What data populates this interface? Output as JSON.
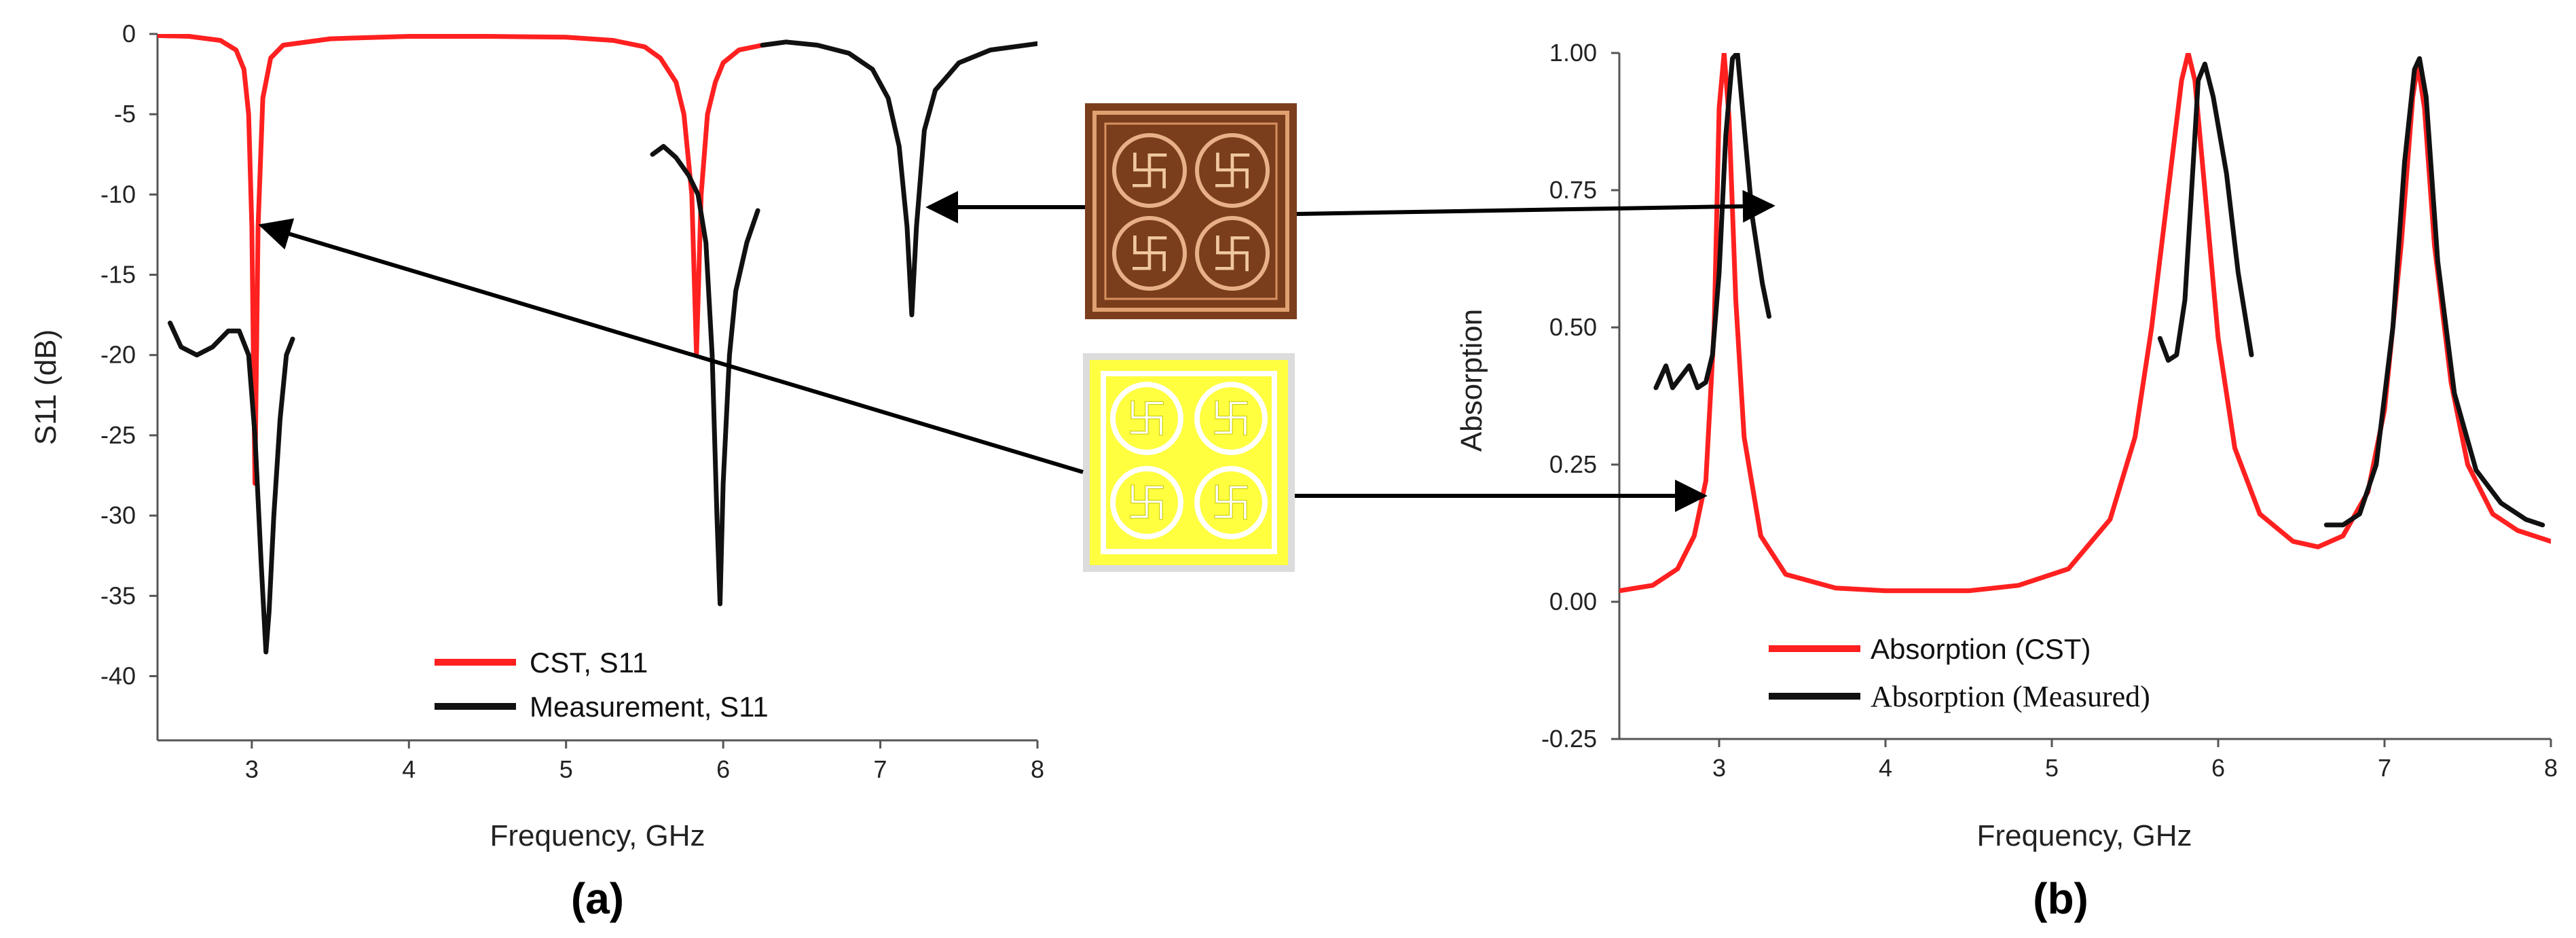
{
  "chart_data": [
    {
      "type": "line",
      "panel_label": "(a)",
      "xlabel": "Frequency, GHz",
      "ylabel": "S11 (dB)",
      "xlim": [
        2.4,
        8
      ],
      "ylim": [
        -44,
        0
      ],
      "xticks": [
        "3",
        "4",
        "5",
        "6",
        "7",
        "8"
      ],
      "yticks": [
        "0",
        "-5",
        "-10",
        "-15",
        "-20",
        "-25",
        "-30",
        "-35",
        "-40"
      ],
      "legend_position": "bottom-center",
      "series": [
        {
          "name": "CST, S11",
          "color": "#ff2020",
          "points": [
            [
              2.4,
              -0.1
            ],
            [
              2.6,
              -0.15
            ],
            [
              2.8,
              -0.4
            ],
            [
              2.9,
              -1.0
            ],
            [
              2.95,
              -2.2
            ],
            [
              2.98,
              -5
            ],
            [
              3.0,
              -12
            ],
            [
              3.02,
              -28
            ],
            [
              3.04,
              -12
            ],
            [
              3.07,
              -4
            ],
            [
              3.12,
              -1.5
            ],
            [
              3.2,
              -0.7
            ],
            [
              3.5,
              -0.3
            ],
            [
              4.0,
              -0.15
            ],
            [
              4.5,
              -0.15
            ],
            [
              5.0,
              -0.2
            ],
            [
              5.3,
              -0.4
            ],
            [
              5.5,
              -0.8
            ],
            [
              5.6,
              -1.5
            ],
            [
              5.7,
              -3
            ],
            [
              5.75,
              -5
            ],
            [
              5.8,
              -10
            ],
            [
              5.83,
              -20
            ],
            [
              5.86,
              -10
            ],
            [
              5.9,
              -5
            ],
            [
              5.95,
              -3
            ],
            [
              6.0,
              -1.8
            ],
            [
              6.1,
              -1.0
            ],
            [
              6.25,
              -0.7
            ]
          ]
        },
        {
          "name": "Measurement, S11",
          "color": "#111111",
          "segments": [
            [
              [
                2.48,
                -18
              ],
              [
                2.55,
                -19.5
              ],
              [
                2.65,
                -20
              ],
              [
                2.75,
                -19.5
              ],
              [
                2.85,
                -18.5
              ],
              [
                2.92,
                -18.5
              ],
              [
                2.98,
                -20
              ],
              [
                3.02,
                -25
              ],
              [
                3.06,
                -33
              ],
              [
                3.09,
                -38.5
              ],
              [
                3.11,
                -36
              ],
              [
                3.14,
                -30
              ],
              [
                3.18,
                -24
              ],
              [
                3.22,
                -20
              ],
              [
                3.26,
                -19
              ]
            ],
            [
              [
                5.55,
                -7.5
              ],
              [
                5.62,
                -7
              ],
              [
                5.7,
                -7.7
              ],
              [
                5.78,
                -8.8
              ],
              [
                5.84,
                -10
              ],
              [
                5.89,
                -13
              ],
              [
                5.93,
                -20
              ],
              [
                5.96,
                -30
              ],
              [
                5.98,
                -35.5
              ],
              [
                6.0,
                -28
              ],
              [
                6.04,
                -20
              ],
              [
                6.08,
                -16
              ],
              [
                6.15,
                -13
              ],
              [
                6.22,
                -11
              ]
            ],
            [
              [
                6.25,
                -0.7
              ],
              [
                6.4,
                -0.5
              ],
              [
                6.6,
                -0.7
              ],
              [
                6.8,
                -1.2
              ],
              [
                6.95,
                -2.2
              ],
              [
                7.05,
                -4
              ],
              [
                7.12,
                -7
              ],
              [
                7.17,
                -12
              ],
              [
                7.2,
                -17.5
              ],
              [
                7.23,
                -12
              ],
              [
                7.28,
                -6
              ],
              [
                7.35,
                -3.5
              ],
              [
                7.5,
                -1.8
              ],
              [
                7.7,
                -1.0
              ],
              [
                8.0,
                -0.6
              ]
            ]
          ]
        }
      ]
    },
    {
      "type": "line",
      "panel_label": "(b)",
      "xlabel": "Frequency, GHz",
      "ylabel": "Absorption",
      "xlim": [
        2.4,
        8
      ],
      "ylim": [
        -0.25,
        1.0
      ],
      "xticks": [
        "3",
        "4",
        "5",
        "6",
        "7",
        "8"
      ],
      "yticks": [
        "1.00",
        "0.75",
        "0.50",
        "0.25",
        "0.00",
        "-0.25"
      ],
      "legend_position": "bottom-center",
      "series": [
        {
          "name": "Absorption (CST)",
          "color": "#ff2020",
          "points": [
            [
              2.4,
              0.02
            ],
            [
              2.6,
              0.03
            ],
            [
              2.75,
              0.06
            ],
            [
              2.85,
              0.12
            ],
            [
              2.92,
              0.22
            ],
            [
              2.97,
              0.5
            ],
            [
              3.0,
              0.9
            ],
            [
              3.03,
              1.0
            ],
            [
              3.06,
              0.88
            ],
            [
              3.1,
              0.55
            ],
            [
              3.15,
              0.3
            ],
            [
              3.25,
              0.12
            ],
            [
              3.4,
              0.05
            ],
            [
              3.7,
              0.025
            ],
            [
              4.0,
              0.02
            ],
            [
              4.5,
              0.02
            ],
            [
              4.8,
              0.03
            ],
            [
              5.1,
              0.06
            ],
            [
              5.35,
              0.15
            ],
            [
              5.5,
              0.3
            ],
            [
              5.6,
              0.5
            ],
            [
              5.7,
              0.75
            ],
            [
              5.78,
              0.95
            ],
            [
              5.82,
              1.0
            ],
            [
              5.86,
              0.95
            ],
            [
              5.92,
              0.75
            ],
            [
              6.0,
              0.48
            ],
            [
              6.1,
              0.28
            ],
            [
              6.25,
              0.16
            ],
            [
              6.45,
              0.11
            ],
            [
              6.6,
              0.1
            ],
            [
              6.75,
              0.12
            ],
            [
              6.9,
              0.2
            ],
            [
              7.0,
              0.35
            ],
            [
              7.1,
              0.65
            ],
            [
              7.17,
              0.92
            ],
            [
              7.2,
              0.98
            ],
            [
              7.24,
              0.9
            ],
            [
              7.3,
              0.65
            ],
            [
              7.4,
              0.4
            ],
            [
              7.5,
              0.25
            ],
            [
              7.65,
              0.16
            ],
            [
              7.8,
              0.13
            ],
            [
              8.0,
              0.11
            ]
          ]
        },
        {
          "name": "Absorption (Measured)",
          "color": "#111111",
          "segments": [
            [
              [
                2.62,
                0.39
              ],
              [
                2.68,
                0.43
              ],
              [
                2.72,
                0.39
              ],
              [
                2.77,
                0.41
              ],
              [
                2.82,
                0.43
              ],
              [
                2.87,
                0.39
              ],
              [
                2.92,
                0.4
              ],
              [
                2.96,
                0.45
              ],
              [
                3.0,
                0.6
              ],
              [
                3.04,
                0.85
              ],
              [
                3.08,
                0.99
              ],
              [
                3.11,
                1.0
              ],
              [
                3.14,
                0.9
              ],
              [
                3.2,
                0.7
              ],
              [
                3.26,
                0.58
              ],
              [
                3.3,
                0.52
              ]
            ],
            [
              [
                5.65,
                0.48
              ],
              [
                5.7,
                0.44
              ],
              [
                5.75,
                0.45
              ],
              [
                5.8,
                0.55
              ],
              [
                5.85,
                0.8
              ],
              [
                5.88,
                0.95
              ],
              [
                5.92,
                0.98
              ],
              [
                5.97,
                0.92
              ],
              [
                6.05,
                0.78
              ],
              [
                6.12,
                0.6
              ],
              [
                6.2,
                0.45
              ]
            ],
            [
              [
                6.65,
                0.14
              ],
              [
                6.75,
                0.14
              ],
              [
                6.85,
                0.16
              ],
              [
                6.95,
                0.25
              ],
              [
                7.05,
                0.5
              ],
              [
                7.12,
                0.8
              ],
              [
                7.18,
                0.97
              ],
              [
                7.21,
                0.99
              ],
              [
                7.25,
                0.92
              ],
              [
                7.32,
                0.62
              ],
              [
                7.42,
                0.38
              ],
              [
                7.55,
                0.24
              ],
              [
                7.7,
                0.18
              ],
              [
                7.85,
                0.15
              ],
              [
                7.95,
                0.14
              ]
            ]
          ]
        }
      ]
    }
  ]
}
